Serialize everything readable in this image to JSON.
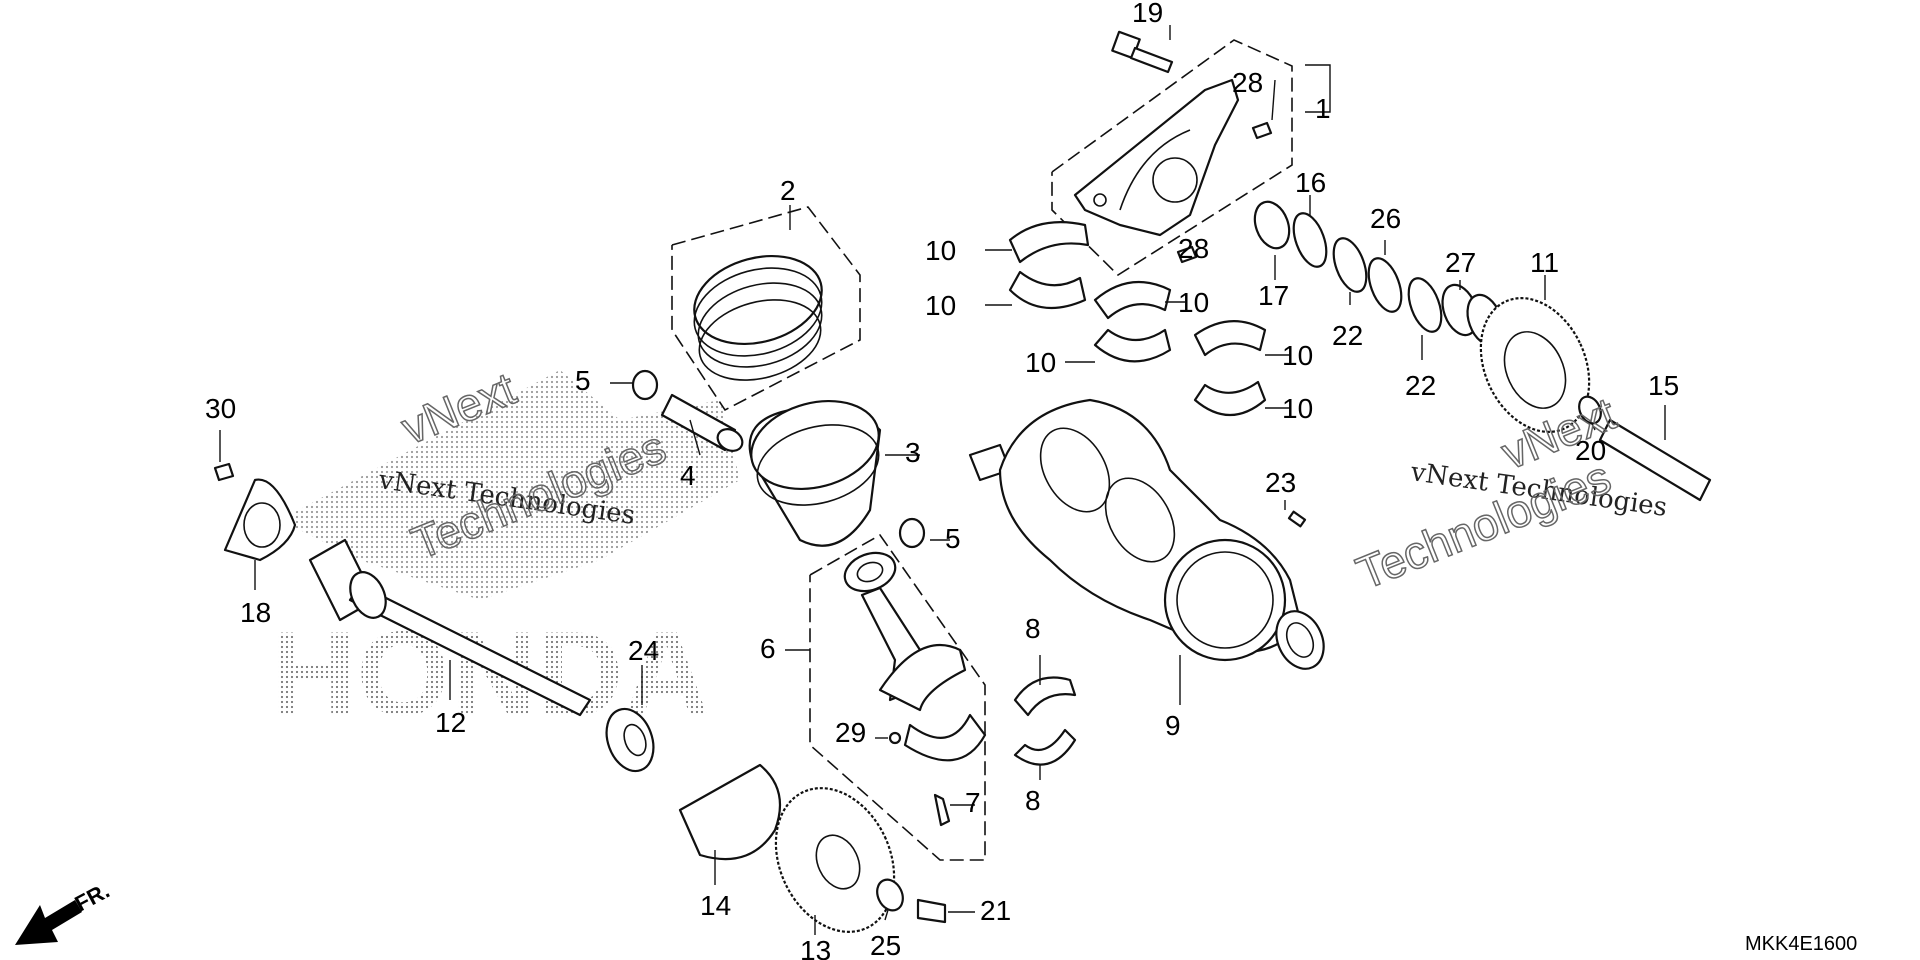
{
  "diagram": {
    "part_code": "MKK4E1600",
    "direction_label": "FR.",
    "watermark_brand": "HONDA",
    "watermarks": [
      {
        "line1": "vNext",
        "line2": "vNext Technologies",
        "line3": "Technologies"
      },
      {
        "line1": "vNext",
        "line2": "vNext Technologies",
        "line3": "Technologies"
      }
    ],
    "callouts": [
      "1",
      "2",
      "3",
      "4",
      "5",
      "5",
      "6",
      "7",
      "8",
      "8",
      "9",
      "10",
      "10",
      "10",
      "10",
      "10",
      "10",
      "11",
      "12",
      "13",
      "14",
      "15",
      "16",
      "17",
      "18",
      "19",
      "20",
      "21",
      "22",
      "22",
      "23",
      "24",
      "25",
      "26",
      "27",
      "28",
      "28",
      "29",
      "30"
    ]
  }
}
